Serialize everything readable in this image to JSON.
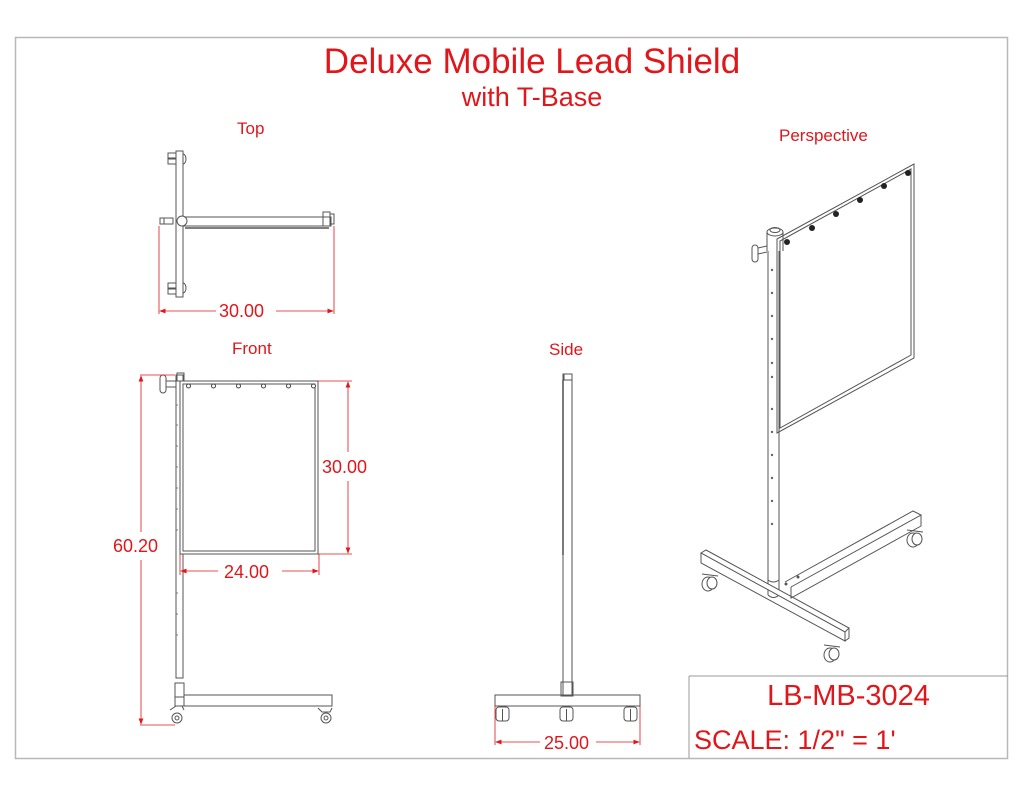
{
  "drawing": {
    "title": "Deluxe Mobile Lead Shield",
    "subtitle": "with T-Base",
    "accent_color": "#e0161b",
    "line_color": "#555555",
    "border_color": "#b0b0b0"
  },
  "views": {
    "top": {
      "label": "Top",
      "dimensions": {
        "width": "30.00"
      }
    },
    "front": {
      "label": "Front",
      "dimensions": {
        "overall_height": "60.20",
        "shield_height": "30.00",
        "shield_width": "24.00"
      }
    },
    "side": {
      "label": "Side",
      "dimensions": {
        "base_width": "25.00"
      }
    },
    "perspective": {
      "label": "Perspective"
    }
  },
  "title_block": {
    "part_number": "LB-MB-3024",
    "scale": "SCALE: 1/2\" = 1'"
  }
}
